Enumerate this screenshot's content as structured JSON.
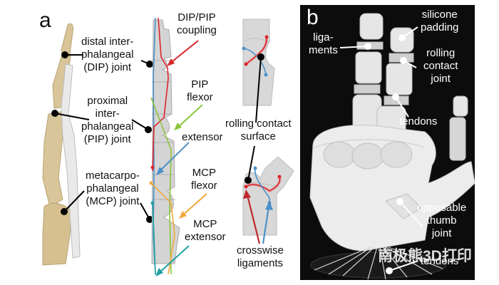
{
  "panel_a": {
    "letter": "a",
    "anatomy_labels": {
      "dip": [
        "distal inter-",
        "phalangeal",
        "(DIP) joint"
      ],
      "pip": [
        "proximal",
        "inter-",
        "phalangeal",
        "(PIP) joint"
      ],
      "mcp": [
        "metacarpo-",
        "phalangeal",
        "(MCP) joint"
      ]
    },
    "tendon_labels": {
      "coupling": [
        "DIP/PIP",
        "coupling"
      ],
      "pip_flexor": [
        "PIP",
        "flexor"
      ],
      "extensor": [
        "extensor"
      ],
      "mcp_flexor": [
        "MCP",
        "flexor"
      ],
      "mcp_extensor": [
        "MCP",
        "extensor"
      ]
    },
    "joint_labels": {
      "rolling_contact": [
        "rolling contact",
        "surface"
      ],
      "crosswise": [
        "crosswise",
        "ligaments"
      ]
    },
    "colors": {
      "red": "#d9262c",
      "blue": "#4a90c8",
      "green": "#8cc43c",
      "orange": "#f0a83c",
      "teal": "#20a0a0",
      "bone": "#d9c59a",
      "part": "#d4d4d4"
    }
  },
  "panel_b": {
    "letter": "b",
    "labels": {
      "silicone": [
        "silicone",
        "padding"
      ],
      "ligaments": [
        "liga-",
        "ments"
      ],
      "rolling": [
        "rolling",
        "contact",
        "joint"
      ],
      "tendons_top": [
        "tendons"
      ],
      "thumb": [
        "opposable",
        "thumb",
        "joint"
      ],
      "tendons_bottom": [
        "tendons"
      ]
    },
    "watermark": "南极熊3D打印"
  }
}
